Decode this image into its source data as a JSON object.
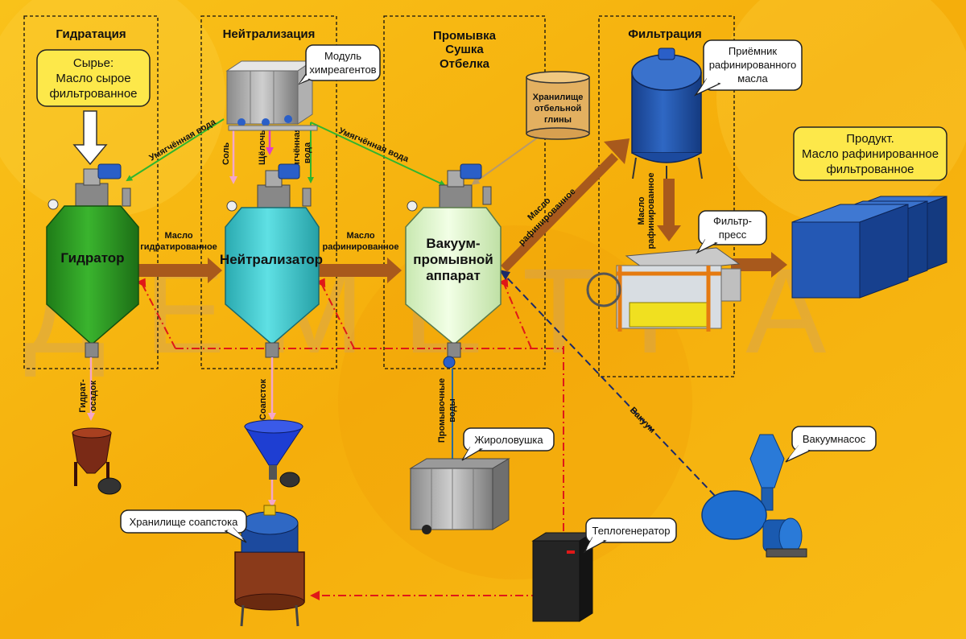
{
  "stages": {
    "hydration": "Гидратация",
    "neutralization": "Нейтрализация",
    "washing": [
      "Промывка",
      "Сушка",
      "Отбелка"
    ],
    "filtration": "Фильтрация"
  },
  "raw_material": [
    "Сырье:",
    "Масло сырое",
    "фильтрованное"
  ],
  "product": [
    "Продукт.",
    "Масло рафинированное",
    "фильтрованное"
  ],
  "vessels": {
    "hydrator": "Гидратор",
    "neutralizer": "Нейтрализатор",
    "vacuum_washer": [
      "Вакуум-",
      "промывной",
      "аппарат"
    ]
  },
  "callouts": {
    "reagent_module": [
      "Модуль",
      "химреагентов"
    ],
    "clay_storage": [
      "Хранилище",
      "отбельной",
      "глины"
    ],
    "receiver": [
      "Приёмник",
      "рафинированного",
      "масла"
    ],
    "filter_press": [
      "Фильтр-",
      "пресс"
    ],
    "fat_trap": "Жироловушка",
    "soapstock_storage": "Хранилище соапстока",
    "heat_generator": "Теплогенератор",
    "vacuum_pump": "Вакуумнасос"
  },
  "flows": {
    "softened_water_1": "Умягчённая вода",
    "softened_water_2": "Умягчённая вода",
    "salt": "Соль",
    "alkali": "Щёлочь",
    "softened_water_3": [
      "Умягчённая",
      "вода"
    ],
    "hydrated_oil": [
      "Масло",
      "гидратированное"
    ],
    "refined_oil_1": [
      "Масло",
      "рафинированное"
    ],
    "refined_oil_2": [
      "Масло",
      "рафинированное"
    ],
    "refined_oil_3": [
      "Масло",
      "рафинированное"
    ],
    "hydrate_sediment": [
      "Гидрат-",
      "осадок"
    ],
    "soapstock": "Соапсток",
    "wash_water": [
      "Промывочные",
      "воды"
    ],
    "vacuum": "Вакуум"
  },
  "watermark": "ДЕМЕТРА",
  "colors": {
    "background": "#f6b40c",
    "hydrator": "#2f9a26",
    "neutralizer": "#45cfd3",
    "vacuum_washer": "#e2f7c8",
    "oil_arrow": "#a8591c",
    "water_line": "#2fb52f",
    "alkali_line": "#e040c8",
    "heat_line": "#e01818",
    "vacuum_line": "#1a2a6a"
  }
}
